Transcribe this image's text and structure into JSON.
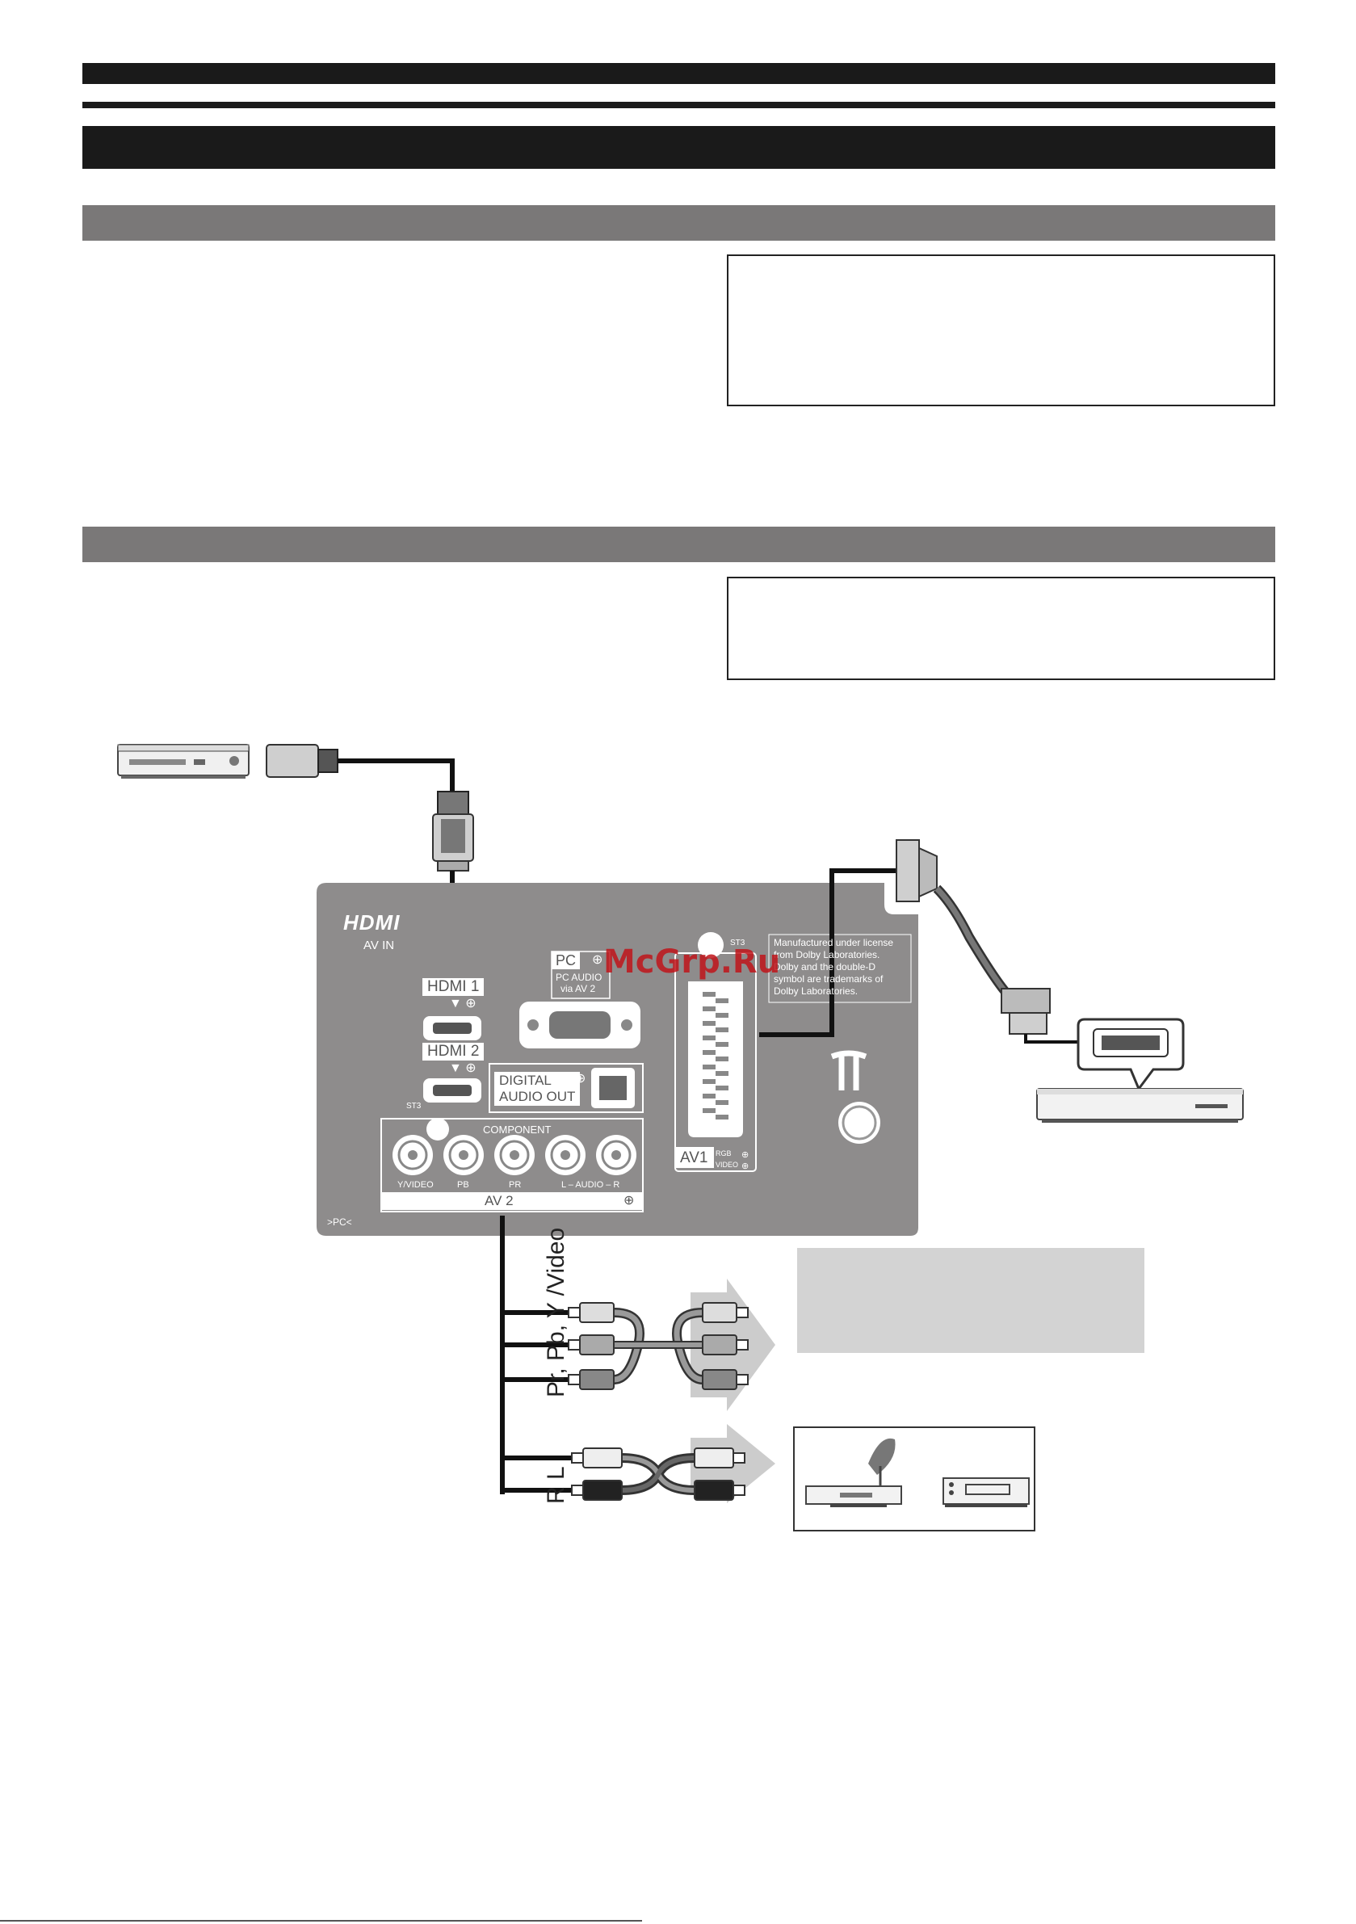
{
  "watermark": "McGrp.Ru",
  "panel": {
    "hdmi_logo": "HDMI",
    "av_in": "AV IN",
    "hdmi1": "HDMI 1",
    "hdmi2": "HDMI 2",
    "st3_small_a": "ST3",
    "st3_small_b": "ST3",
    "pc": "PC",
    "pc_audio_line1": "PC AUDIO",
    "pc_audio_line2": "via AV 2",
    "digital_audio_line1": "DIGITAL",
    "digital_audio_line2": "AUDIO OUT",
    "component": "COMPONENT",
    "jack_y_video": "Y/VIDEO",
    "jack_pb": "PB",
    "jack_pr": "PR",
    "jack_audio": "L – AUDIO – R",
    "av2": "AV 2",
    "pc_mark": ">PC<",
    "av1": "AV1",
    "av1_rgb": "RGB",
    "av1_video": "VIDEO",
    "dolby_line1": "Manufactured under license",
    "dolby_line2": "from Dolby Laboratories.",
    "dolby_line3": "Dolby and the double-D",
    "dolby_line4": "symbol are trademarks of",
    "dolby_line5": "Dolby Laboratories."
  },
  "cables": {
    "component_label": "Pr, Pb, Y /Video",
    "audio_label": "R   L"
  },
  "colors": {
    "header_bar": "#1a1a1a",
    "section_bar": "#7a7878",
    "panel": "#8e8c8c",
    "grey_note": "#d3d3d3",
    "watermark": "#c0151b"
  }
}
